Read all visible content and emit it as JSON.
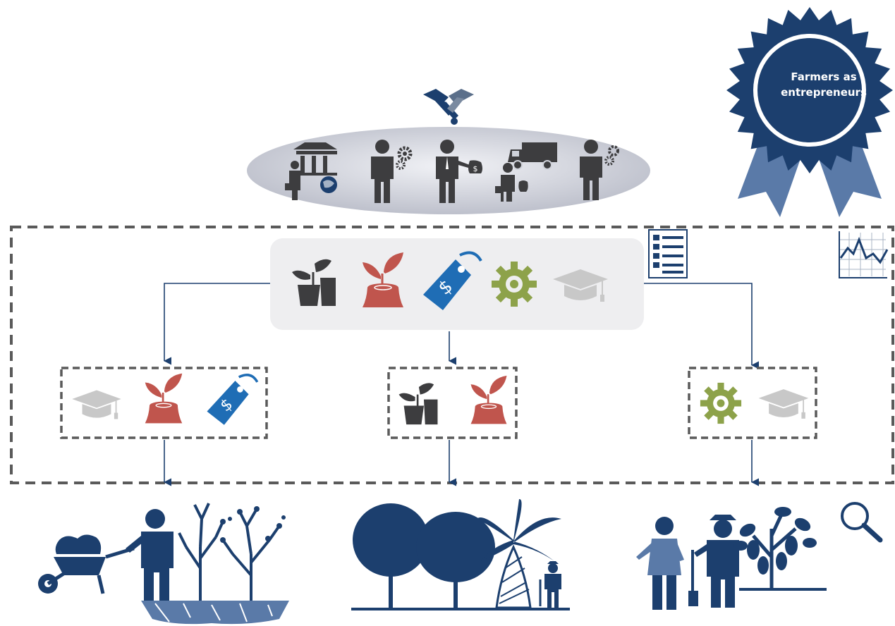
{
  "badge": {
    "line1": "Farmers as",
    "line2": "entrepreneurs"
  },
  "colors": {
    "navy": "#1c3f6e",
    "dark_gray": "#3d3d3f",
    "red": "#c0554d",
    "blue": "#1f6db5",
    "green": "#8da24a",
    "light_gray": "#c8c8c8",
    "dash": "#5a5a5a"
  },
  "stakeholders": [
    "bank-icon",
    "businessman-gear-icon",
    "businessman-money-icon",
    "trader-truck-icon",
    "businessman-gear-icon"
  ],
  "service_hub_icons": [
    "seedling-pot-icon",
    "tree-stump-sprout-icon",
    "price-tag-icon",
    "gear-icon",
    "graduation-cap-icon"
  ],
  "branches": [
    {
      "icons": [
        "graduation-cap-icon",
        "tree-stump-sprout-icon",
        "price-tag-icon"
      ],
      "outcome": "farmer-wheelbarrow-scene"
    },
    {
      "icons": [
        "seedling-pot-icon",
        "tree-stump-sprout-icon"
      ],
      "outcome": "diversified-agroforestry-scene"
    },
    {
      "icons": [
        "gear-icon",
        "graduation-cap-icon"
      ],
      "outcome": "farmer-couple-cocoa-scene"
    }
  ]
}
